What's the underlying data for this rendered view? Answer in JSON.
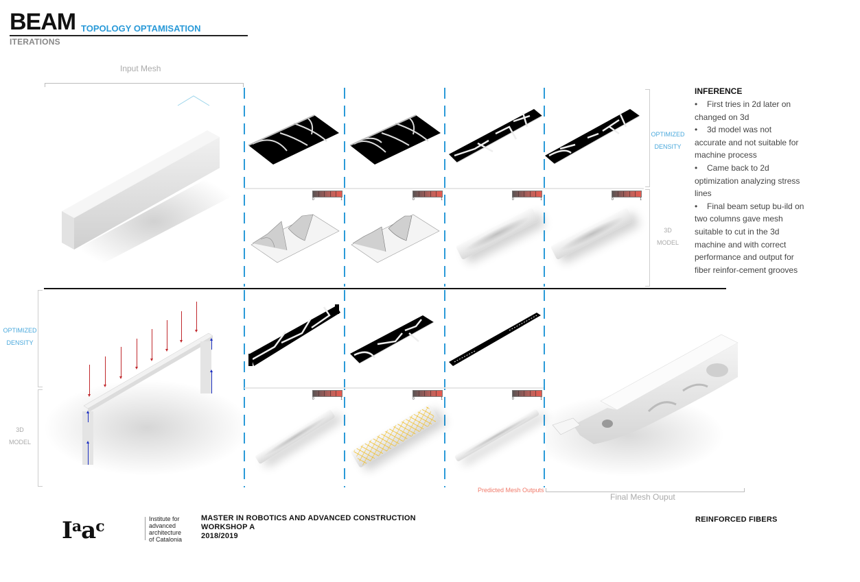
{
  "header": {
    "title": "BEAM",
    "subtitle": "TOPOLOGY OPTAMISATION",
    "section": "ITERATIONS"
  },
  "labels": {
    "input_mesh": "Input Mesh",
    "final_mesh": "Final Mesh Ouput",
    "predicted": "Predicted Mesh Outputs",
    "optimized_density_line1": "OPTIMIZED",
    "optimized_density_line2": "DENSITY",
    "model_line1": "3D",
    "model_line2": "MODEL"
  },
  "legend": {
    "min": "0",
    "max": "1",
    "colors": [
      "#5a5353",
      "#8e5a58",
      "#c1625b",
      "#e85a4f"
    ]
  },
  "inference": {
    "title": "INFERENCE",
    "items": [
      "First tries in 2d later on changed on 3d",
      "3d model was not accurate and not suitable for machine process",
      "Came back to 2d optimization analyzing stress lines",
      "Final beam setup bu-ild on two columns gave mesh suitable to cut in the 3d machine and with correct performance and output for fiber reinfor-cement grooves"
    ]
  },
  "footer": {
    "logo": "Iaac",
    "institute": [
      "Institute for",
      "advanced",
      "architecture",
      "of Catalonia"
    ],
    "course": [
      "MASTER IN ROBOTICS AND ADVANCED CONSTRUCTION",
      "WORKSHOP A",
      "2018/2019"
    ],
    "topic": "REINFORCED FIBERS"
  },
  "colors": {
    "accent_blue": "#2a9ad8",
    "predicted_red": "#f07a6a",
    "load_red": "#c0282c",
    "reaction_blue": "#1c2fc2"
  }
}
